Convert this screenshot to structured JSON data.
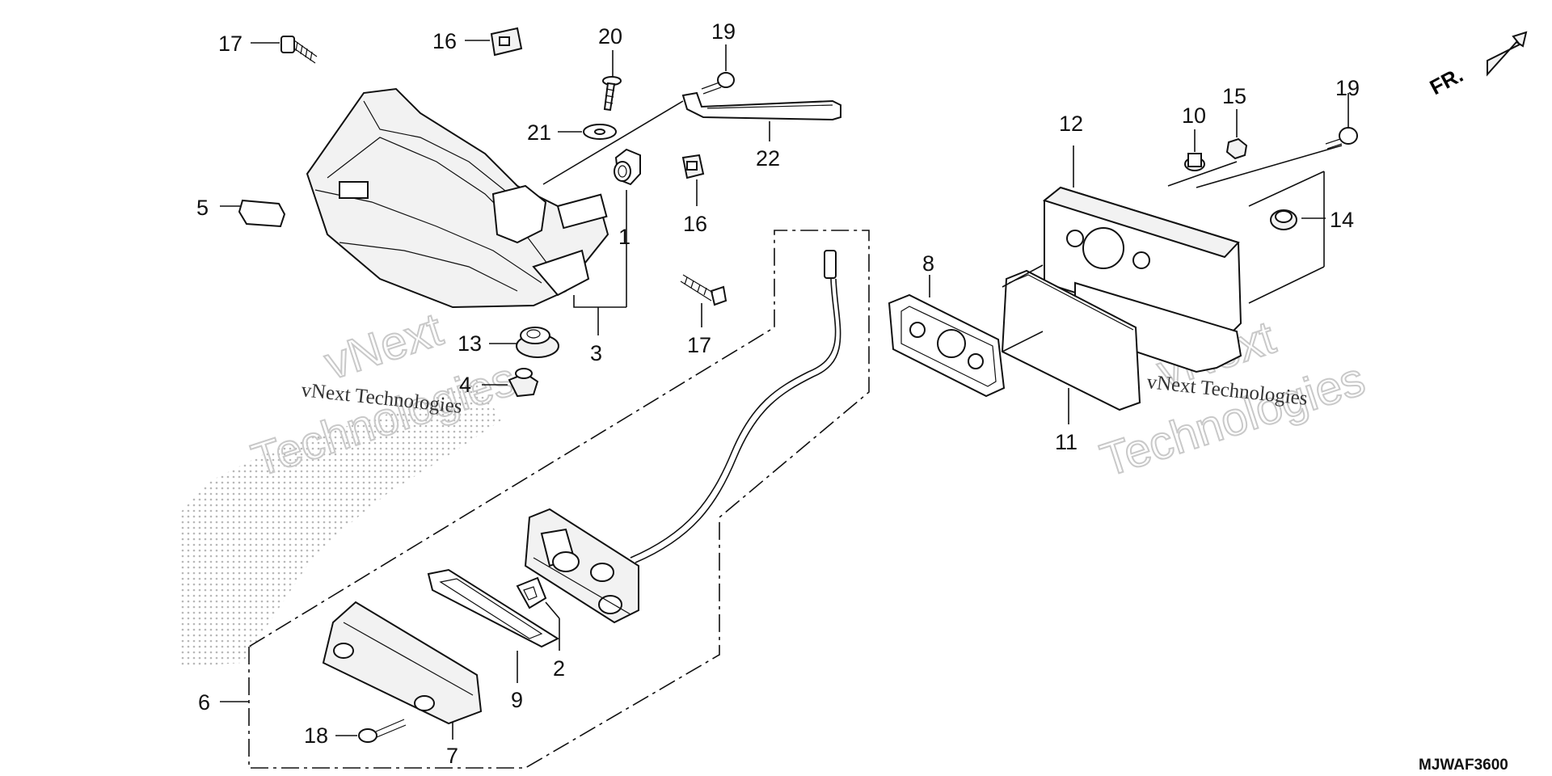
{
  "diagram": {
    "code": "MJWAF3600",
    "front_marker": "FR.",
    "watermarks": {
      "left_small": "vNext Technologies",
      "left_big_1": "vNext",
      "left_big_2": "Technologies",
      "right_small": "vNext Technologies",
      "right_big_1": "vNext",
      "right_big_2": "Technologies"
    },
    "callouts": {
      "c1": "1",
      "c2": "2",
      "c3": "3",
      "c4": "4",
      "c5": "5",
      "c6": "6",
      "c7": "7",
      "c8": "8",
      "c9": "9",
      "c10": "10",
      "c11": "11",
      "c12": "12",
      "c13": "13",
      "c14": "14",
      "c15": "15",
      "c16a": "16",
      "c16b": "16",
      "c17a": "17",
      "c17b": "17",
      "c18": "18",
      "c19a": "19",
      "c19b": "19",
      "c20": "20",
      "c21": "21",
      "c22": "22"
    }
  }
}
